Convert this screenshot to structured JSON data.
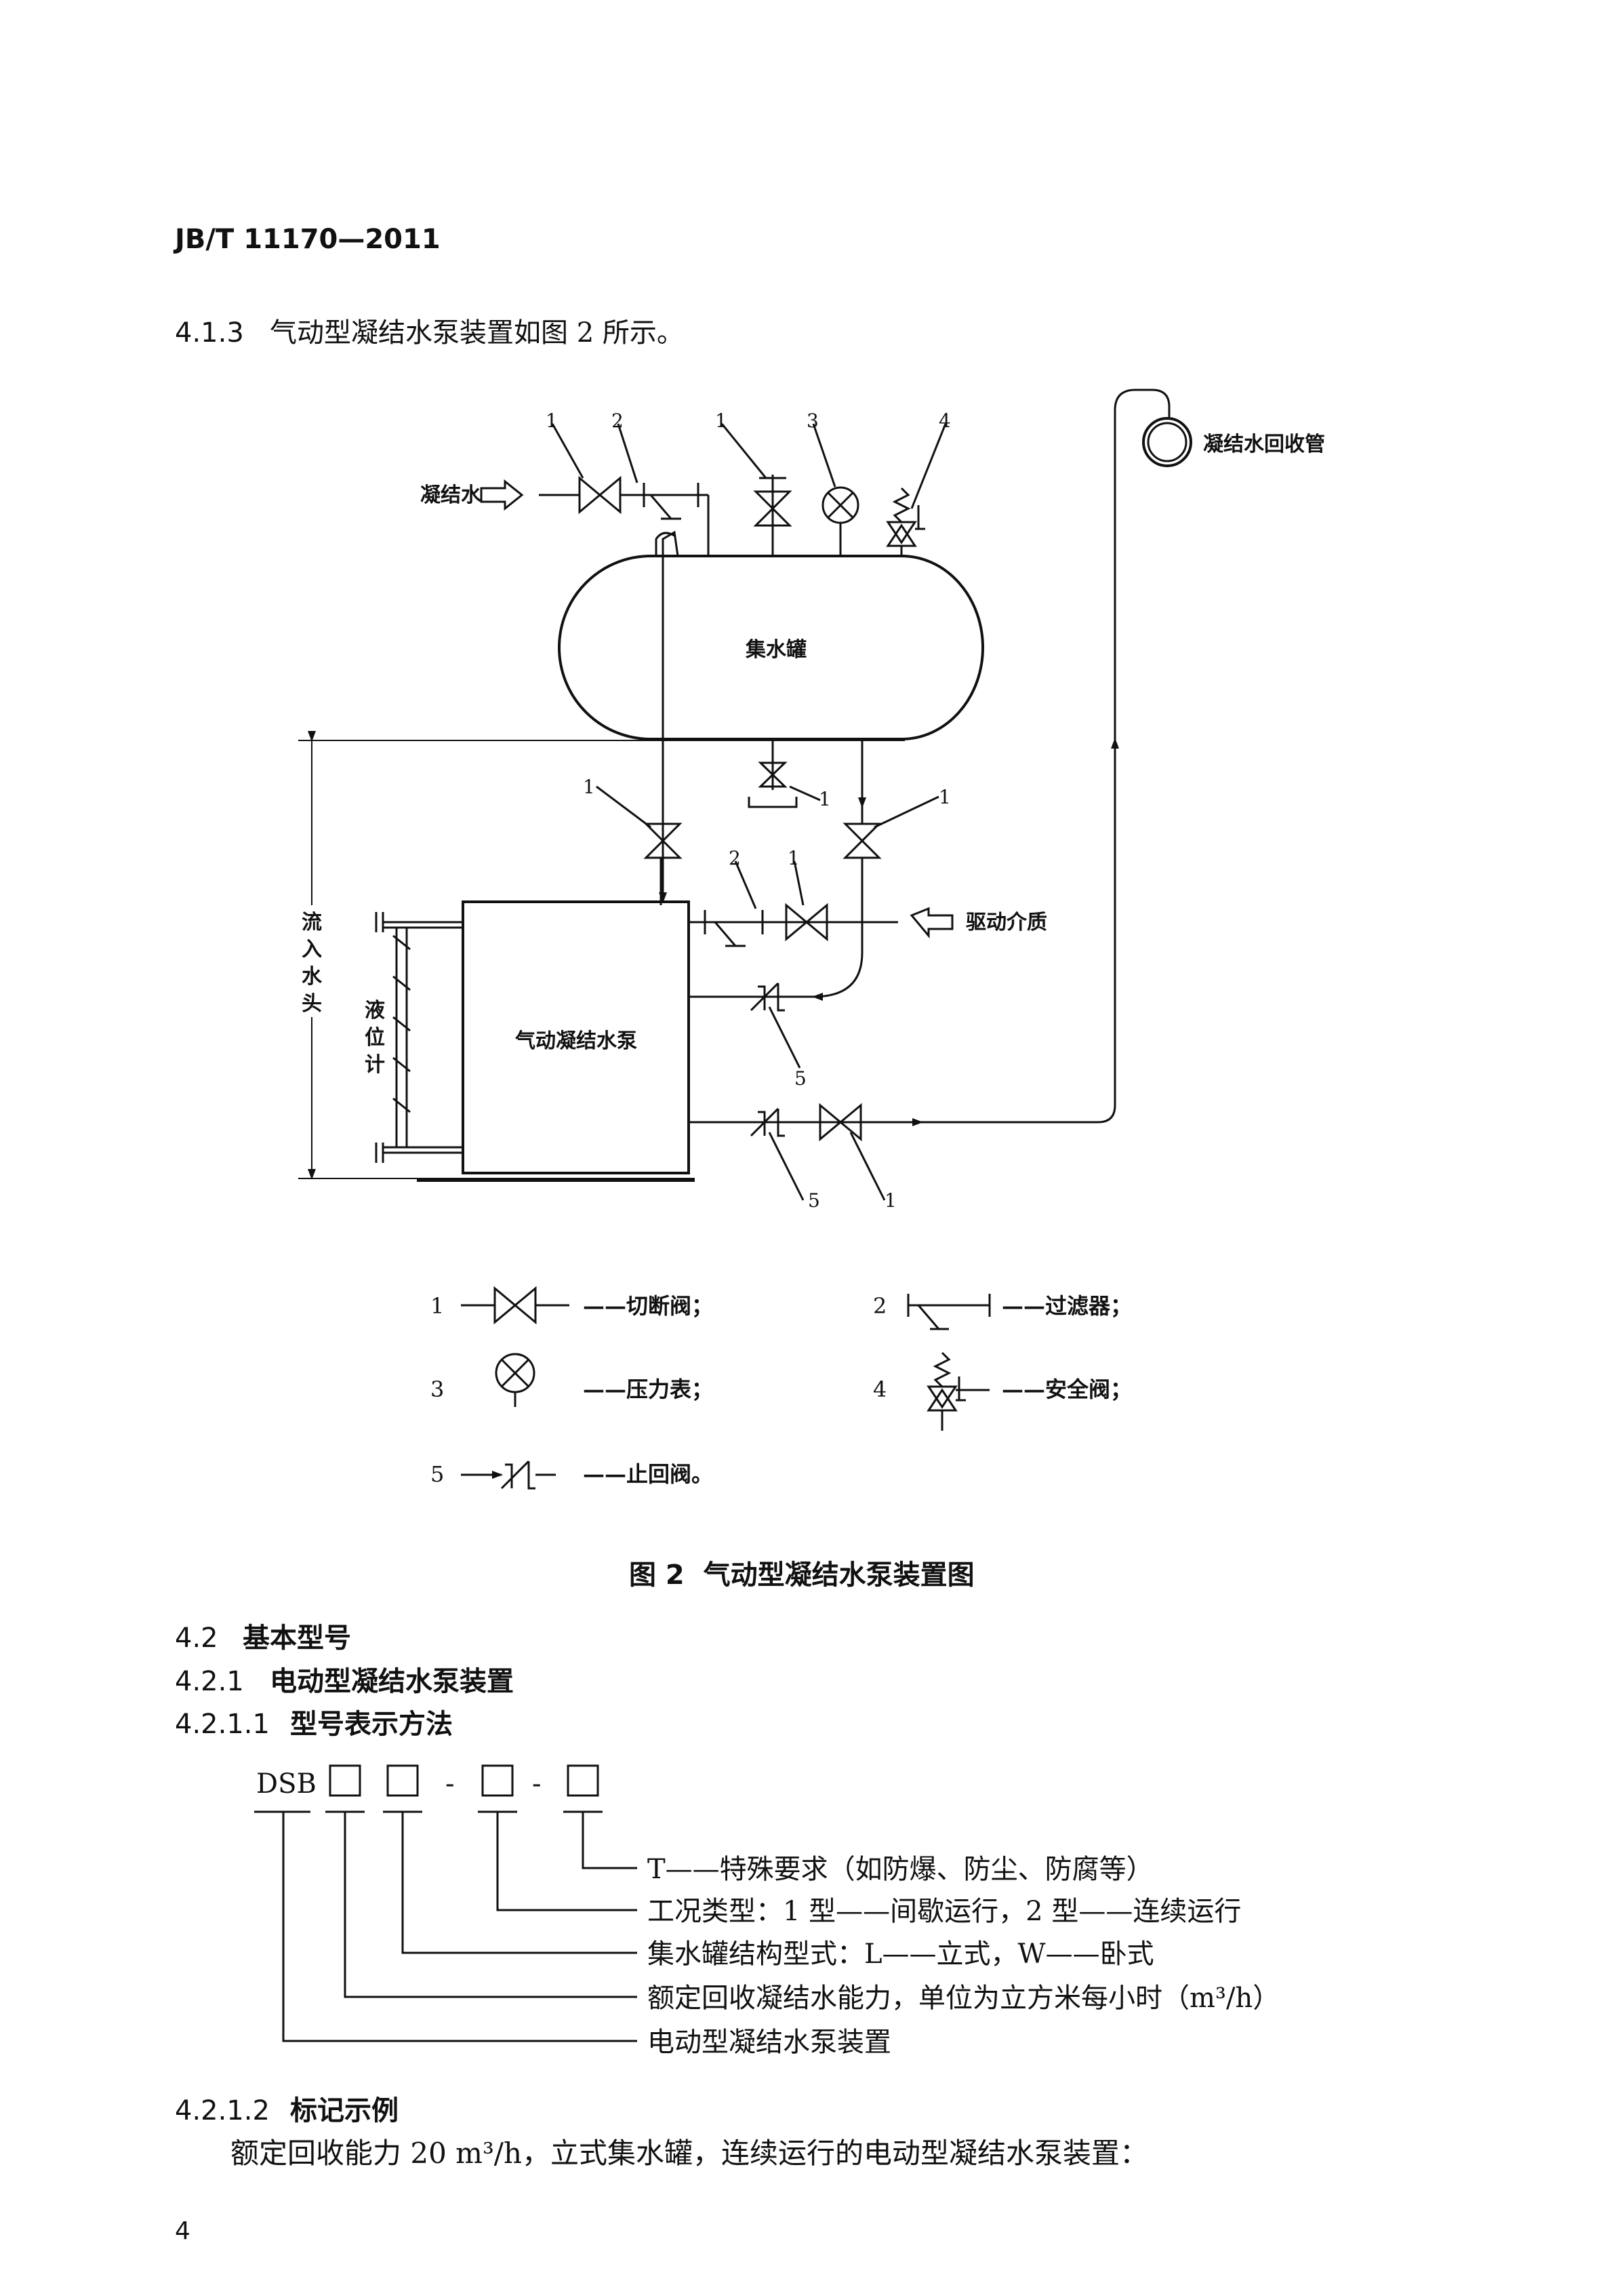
{
  "header": {
    "standard": "JB/T 11170—2011"
  },
  "clause_4_1_3": {
    "number": "4.1.3",
    "text": "气动型凝结水泵装置如图 2 所示。"
  },
  "diagram": {
    "labels": {
      "condensate_in": "凝结水",
      "tank": "集水罐",
      "return_pipe": "凝结水回收管",
      "drive_medium": "驱动介质",
      "pump": "气动凝结水泵",
      "level_gauge": "液位计",
      "inflow_head": "流入水头"
    },
    "callouts": {
      "c1": "1",
      "c2": "2",
      "c3": "3",
      "c4": "4",
      "c5": "5"
    },
    "legend": [
      {
        "num": "1",
        "text": "——切断阀；"
      },
      {
        "num": "2",
        "text": "——过滤器；"
      },
      {
        "num": "3",
        "text": "——压力表；"
      },
      {
        "num": "4",
        "text": "——安全阀；"
      },
      {
        "num": "5",
        "text": "——止回阀。"
      }
    ],
    "caption": {
      "number": "图 2",
      "title": "气动型凝结水泵装置图"
    }
  },
  "section_4_2": {
    "number": "4.2",
    "title": "基本型号"
  },
  "section_4_2_1": {
    "number": "4.2.1",
    "title": "电动型凝结水泵装置"
  },
  "section_4_2_1_1": {
    "number": "4.2.1.1",
    "title": "型号表示方法"
  },
  "model_code": {
    "prefix": "DSB",
    "dash": "-",
    "explanations": [
      "T——特殊要求（如防爆、防尘、防腐等）",
      "工况类型：1 型——间歇运行，2 型——连续运行",
      "集水罐结构型式：L——立式，W——卧式",
      "额定回收凝结水能力，单位为立方米每小时（m³/h）",
      "电动型凝结水泵装置"
    ]
  },
  "section_4_2_1_2": {
    "number": "4.2.1.2",
    "title": "标记示例"
  },
  "example_text": "额定回收能力 20 m³/h，立式集水罐，连续运行的电动型凝结水泵装置：",
  "page_number": "4"
}
